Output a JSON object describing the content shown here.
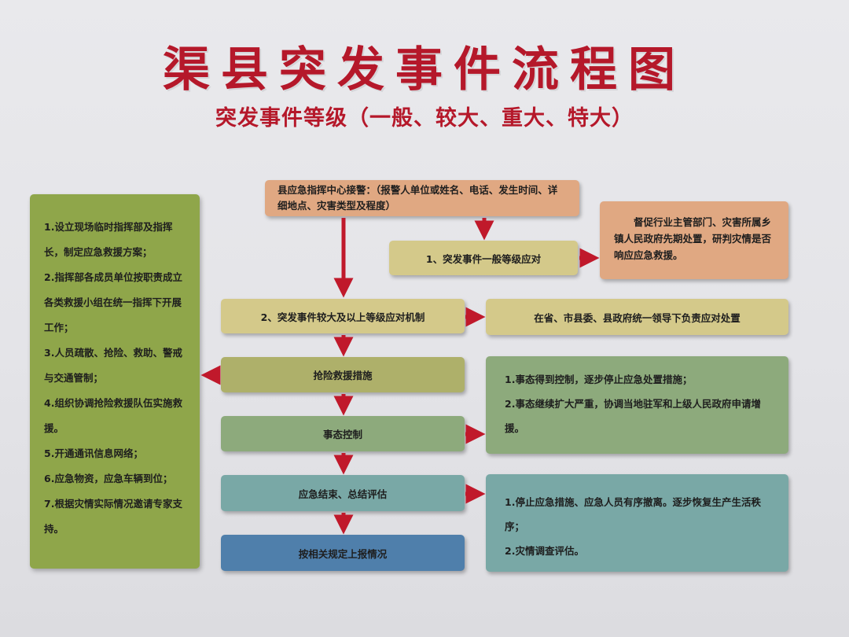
{
  "title": "渠县突发事件流程图",
  "subtitle": "突发事件等级（一般、较大、重大、特大）",
  "flow": {
    "receive": "县应急指挥中心接警：（报警人单位或姓名、电话、发生时间、详细地点、灾害类型及程度）",
    "general_response": "1、突发事件一般等级应对",
    "major_response": "2、突发事件较大及以上等级应对机制",
    "rescue": "抢险救援措施",
    "control": "事态控制",
    "end": "应急结束、总结评估",
    "report": "按相关规定上报情况"
  },
  "side": {
    "general_note": "督促行业主管部门、灾害所属乡镇人民政府先期处置，研判灾情是否响应应急救援。",
    "major_note": "在省、市县委、县政府统一领导下负责应对处置",
    "control_notes": [
      "1.事态得到控制，逐步停止应急处置措施；",
      "2.事态继续扩大严重，协调当地驻军和上级人民政府申请增援。"
    ],
    "end_notes": [
      "1.停止应急措施、应急人员有序撤离。逐步恢复生产生活秩序；",
      "2.灾情调查评估。"
    ]
  },
  "left_panel": {
    "items": [
      "1.设立现场临时指挥部及指挥长，制定应急救援方案；",
      "2.指挥部各成员单位按职责成立各类救援小组在统一指挥下开展工作；",
      "3.人员疏散、抢险、救助、警戒与交通管制；",
      "4.组织协调抢险救援队伍实施救援。",
      "5.开通通讯信息网络；",
      "6.应急物资，应急车辆到位；",
      "7.根据灾情实际情况邀请专家支持。"
    ]
  },
  "colors": {
    "title": "#b5182a",
    "arrow": "#c0192b",
    "salmon": "#e0a882",
    "khaki": "#d4c98a",
    "olive": "#aeb06a",
    "sage": "#8daa7c",
    "teal": "#79a8a6",
    "blue": "#4f7fab",
    "green_panel": "#8fa64a"
  }
}
